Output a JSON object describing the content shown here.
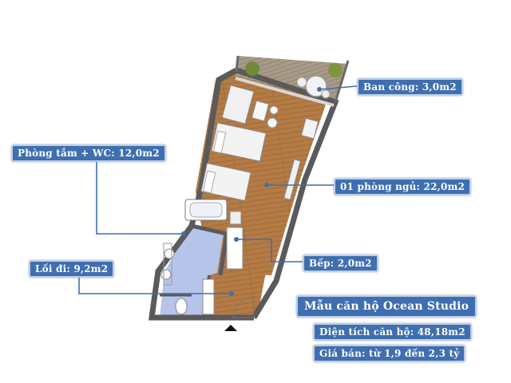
{
  "rooms": {
    "balcony": "Ban công: 3,0m2",
    "bathroom": "Phòng tắm + WC: 12,0m2",
    "bedroom": "01 phòng ngủ: 22,0m2",
    "corridor": "Lối đi: 9,2m2",
    "kitchen": "Bếp: 2,0m2"
  },
  "info": {
    "title": "Mẫu căn hộ Ocean Studio",
    "area": "Diện tích căn hộ: 48,18m2",
    "price": "Giá bán:  từ 1,9 đến 2,3 tỷ"
  },
  "colors": {
    "label_bg": "#3f6fb0",
    "wall": "#5a5a5a",
    "wood_floor": "#b27a44",
    "bathroom_floor": "#b7c4ea",
    "leader_line": "#3f6fb0"
  }
}
